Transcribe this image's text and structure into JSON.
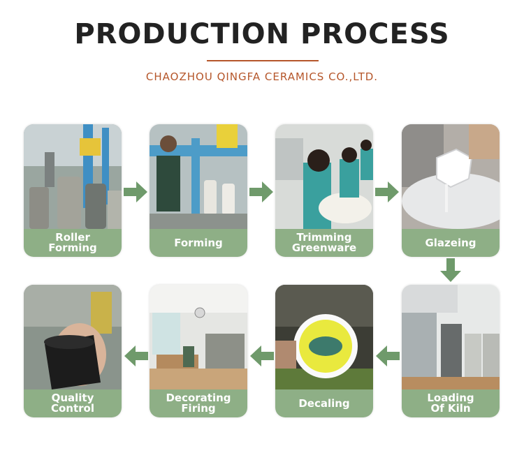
{
  "header": {
    "title": "PRODUCTION PROCESS",
    "subtitle": "CHAOZHOU QINGFA CERAMICS CO.,LTD."
  },
  "colors": {
    "accent": "#b5562a",
    "band": "#8eaf86",
    "arrow": "#6f9a6b"
  },
  "steps": [
    {
      "label": "Roller\nForming",
      "icon": "roller-forming-photo"
    },
    {
      "label": "Forming",
      "icon": "forming-photo"
    },
    {
      "label": "Trimming\nGreenware",
      "icon": "trimming-greenware-photo"
    },
    {
      "label": "Glazeing",
      "icon": "glazeing-photo"
    },
    {
      "label": "Loading\nOf Kiln",
      "icon": "loading-kiln-photo"
    },
    {
      "label": "Decaling",
      "icon": "decaling-photo"
    },
    {
      "label": "Decorating\nFiring",
      "icon": "decorating-firing-photo"
    },
    {
      "label": "Quality\nControl",
      "icon": "quality-control-photo"
    }
  ]
}
